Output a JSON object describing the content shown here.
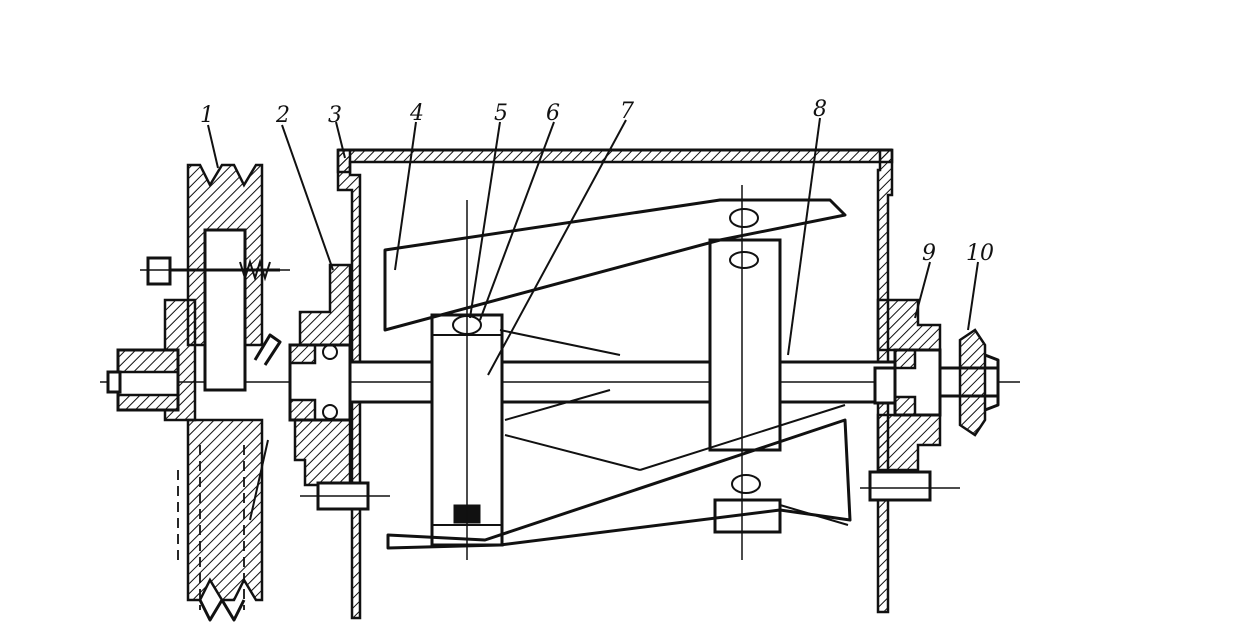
{
  "labels": [
    "1",
    "2",
    "3",
    "4",
    "5",
    "6",
    "7",
    "8",
    "9",
    "10"
  ],
  "colors": {
    "ink": "#111111",
    "paper": "#ffffff"
  }
}
